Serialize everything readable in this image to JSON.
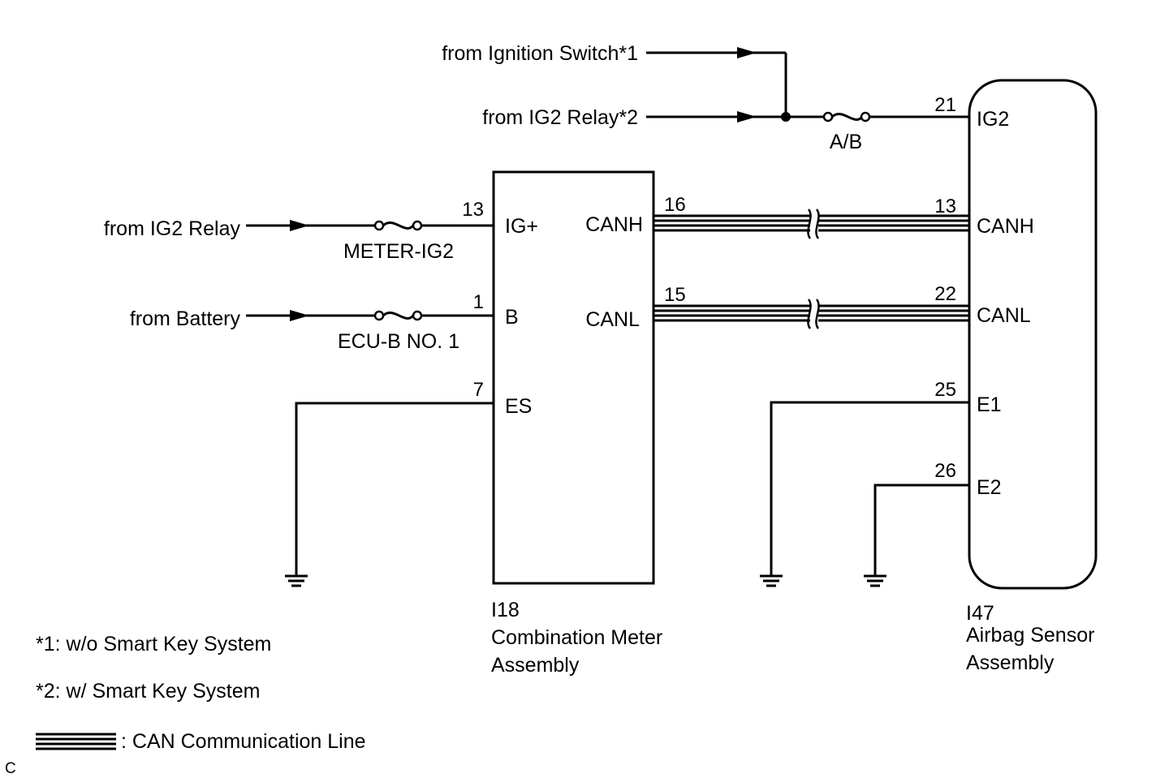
{
  "inputs": {
    "ignition_switch": "from Ignition Switch*1",
    "ig2_relay_2": "from IG2 Relay*2",
    "ig2_relay": "from IG2 Relay",
    "battery": "from Battery"
  },
  "fuses": {
    "ab": "A/B",
    "meter_ig2": "METER-IG2",
    "ecu_b": "ECU-B NO. 1"
  },
  "combination_meter": {
    "id": "I18",
    "name_line1": "Combination Meter",
    "name_line2": "Assembly",
    "terminals": {
      "ig_plus": {
        "label": "IG+",
        "pin": "13"
      },
      "b": {
        "label": "B",
        "pin": "1"
      },
      "es": {
        "label": "ES",
        "pin": "7"
      },
      "canh": {
        "label": "CANH",
        "pin": "16"
      },
      "canl": {
        "label": "CANL",
        "pin": "15"
      }
    }
  },
  "airbag_sensor": {
    "id": "I47",
    "name_line1": "Airbag Sensor",
    "name_line2": "Assembly",
    "terminals": {
      "ig2": {
        "label": "IG2",
        "pin": "21"
      },
      "canh": {
        "label": "CANH",
        "pin": "13"
      },
      "canl": {
        "label": "CANL",
        "pin": "22"
      },
      "e1": {
        "label": "E1",
        "pin": "25"
      },
      "e2": {
        "label": "E2",
        "pin": "26"
      }
    }
  },
  "notes": {
    "note1": "*1: w/o Smart Key System",
    "note2": "*2: w/ Smart Key System",
    "can_legend": ": CAN Communication Line"
  },
  "corner_mark": "C"
}
